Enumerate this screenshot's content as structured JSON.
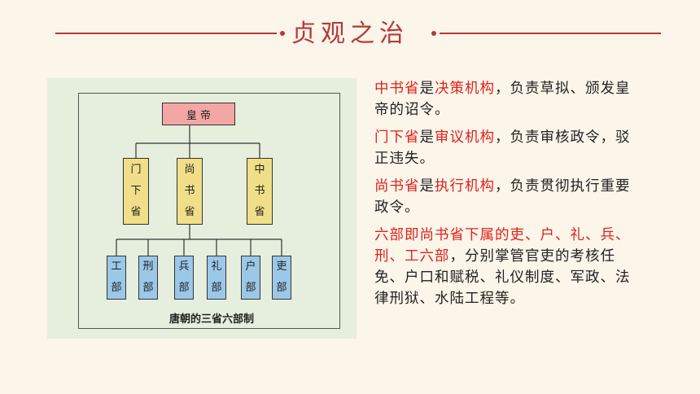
{
  "header": {
    "title": "贞观之治"
  },
  "diagram": {
    "emperor": "皇 帝",
    "provinces": [
      {
        "chars": [
          "门",
          "下",
          "省"
        ]
      },
      {
        "chars": [
          "尚",
          "书",
          "省"
        ]
      },
      {
        "chars": [
          "中",
          "书",
          "省"
        ]
      }
    ],
    "departments": [
      {
        "chars": [
          "工",
          "部"
        ]
      },
      {
        "chars": [
          "刑",
          "部"
        ]
      },
      {
        "chars": [
          "兵",
          "部"
        ]
      },
      {
        "chars": [
          "礼",
          "部"
        ]
      },
      {
        "chars": [
          "户",
          "部"
        ]
      },
      {
        "chars": [
          "吏",
          "部"
        ]
      }
    ],
    "caption": "唐朝的三省六部制",
    "colors": {
      "emperor": "#f3a6a4",
      "province": "#f0df88",
      "department": "#9bc8e8"
    }
  },
  "text": {
    "p1_a": "中书省",
    "p1_b": "是",
    "p1_c": "决策机构",
    "p1_d": "，负责草拟、颁发皇帝的诏令。",
    "p2_a": "门下省",
    "p2_b": "是",
    "p2_c": "审议机构",
    "p2_d": "，负责审核政令，驳正违失。",
    "p3_a": "尚书省",
    "p3_b": "是",
    "p3_c": "执行机构",
    "p3_d": "，负责贯彻执行重要政令。",
    "p4_a": "六部即尚书省下属的吏、户、礼、兵、刑、工六部",
    "p4_b": "，分别掌管官吏的考核任免、户口和赋税、礼仪制度、军政、法律刑狱、水陆工程等。"
  },
  "accent_color": "#e0221a"
}
